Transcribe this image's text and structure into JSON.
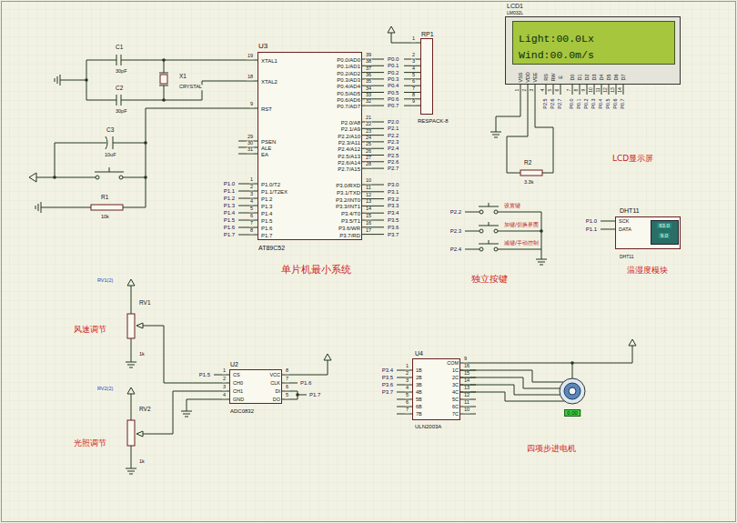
{
  "diagram": {
    "nodes": [
      {
        "text": [
          "U3",
          "AT89C52",
          "XTAL1",
          "XTAL2",
          "RST",
          "PSEN",
          "ALE",
          "EA",
          "P1.0/T2",
          "P1.1/T2EX",
          "P1.2",
          "P1.3",
          "P1.4",
          "P1.5",
          "P1.6",
          "P1.7",
          "P0.0/AD0",
          "P0.1/AD1",
          "P0.2/AD2",
          "P0.3/AD3",
          "P0.4/AD4",
          "P0.5/AD5",
          "P0.6/AD6",
          "P0.7/AD7",
          "P2.0/A8",
          "P2.1/A9",
          "P2.2/A10",
          "P2.3/A11",
          "P2.4/A12",
          "P2.5/A13",
          "P2.6/A14",
          "P2.7/A15",
          "P3.0/RXD",
          "P3.1/TXD",
          "P3.2/INT0",
          "P3.3/INT1",
          "P3.4/T0",
          "P3.5/T1",
          "P3.6/WR",
          "P3.7/RD"
        ]
      },
      {
        "text": [
          "RP1",
          "RESPACK-8"
        ]
      },
      {
        "text": [
          "LCD1",
          "LM032L",
          "Light:00.0Lx",
          "Wind:00.0m/s",
          "VSS",
          "VDD",
          "VEE",
          "RS",
          "RW",
          "E",
          "D0",
          "D1",
          "D2",
          "D3",
          "D4",
          "D5",
          "D6",
          "D7"
        ]
      },
      {
        "text": [
          "DHT11",
          "SCK",
          "DATA",
          "63.0",
          "9.0",
          "DHT11"
        ]
      },
      {
        "text": [
          "U2",
          "ADC0832",
          "CS",
          "CH0",
          "CH1",
          "GND",
          "VCC",
          "CLK",
          "DI",
          "DO"
        ]
      },
      {
        "text": [
          "U4",
          "ULN2003A",
          "1B",
          "2B",
          "3B",
          "4B",
          "5B",
          "6B",
          "7B",
          "COM",
          "1C",
          "2C",
          "3C",
          "4C",
          "5C",
          "6C",
          "7C"
        ]
      },
      {
        "text": [
          "0.00"
        ]
      }
    ],
    "edges": [
      {
        "from": 5,
        "to": 6,
        "arrow": "none"
      },
      {
        "from": 5,
        "to": 6,
        "arrow": "none"
      },
      {
        "from": 5,
        "to": 6,
        "arrow": "none"
      },
      {
        "from": 5,
        "to": 6,
        "arrow": "none"
      }
    ],
    "labels": [
      "19",
      "18",
      "9",
      "29",
      "30",
      "31",
      "1",
      "2",
      "3",
      "4",
      "5",
      "6",
      "7",
      "8",
      "39",
      "38",
      "37",
      "36",
      "35",
      "34",
      "33",
      "32",
      "21",
      "22",
      "23",
      "24",
      "25",
      "26",
      "27",
      "28",
      "10",
      "11",
      "12",
      "13",
      "14",
      "15",
      "16",
      "17",
      "P1.0",
      "P1.1",
      "P1.2",
      "P1.3",
      "P1.4",
      "P1.5",
      "P1.6",
      "P1.7",
      "P0.0",
      "P0.1",
      "P0.2",
      "P0.3",
      "P0.4",
      "P0.5",
      "P0.6",
      "P0.7",
      "P2.0",
      "P2.1",
      "P2.2",
      "P2.3",
      "P2.4",
      "P2.5",
      "P2.6",
      "P2.7",
      "P3.0",
      "P3.1",
      "P3.2",
      "P3.3",
      "P3.4",
      "P3.5",
      "P3.6",
      "P3.7",
      "1",
      "2",
      "3",
      "4",
      "5",
      "6",
      "7",
      "8",
      "9",
      "1",
      "2",
      "3",
      "4",
      "5",
      "6",
      "7",
      "8",
      "9",
      "10",
      "11",
      "12",
      "13",
      "14",
      "P2.5",
      "P2.6",
      "P2.7",
      "P0.0",
      "P0.1",
      "P0.2",
      "P0.3",
      "P0.4",
      "P0.5",
      "P0.6",
      "P0.7",
      "P1.0",
      "P1.1",
      "P2.2",
      "P2.3",
      "P2.4",
      "设置键",
      "加键/切换界面",
      "减键/手动控制",
      "1",
      "2",
      "3",
      "4",
      "8",
      "7",
      "6",
      "5",
      "P1.5",
      "P1.6",
      "P1.7",
      "1",
      "2",
      "3",
      "4",
      "5",
      "6",
      "7",
      "9",
      "16",
      "15",
      "14",
      "13",
      "12",
      "11",
      "10",
      "P3.4",
      "P3.5",
      "P3.6",
      "P3.7",
      "C1",
      "30pF",
      "C2",
      "30pF",
      "X1",
      "CRYSTAL",
      "C3",
      "10uF",
      "R1",
      "10k",
      "R2",
      "3.3k",
      "RV1",
      "1k",
      "RV1(2)",
      "RV2",
      "1k",
      "RV2(2)",
      "单片机最小系统",
      "LCD显示屏",
      "独立按键",
      "温湿度模块",
      "风速调节",
      "光照调节",
      "四项步进电机"
    ]
  }
}
